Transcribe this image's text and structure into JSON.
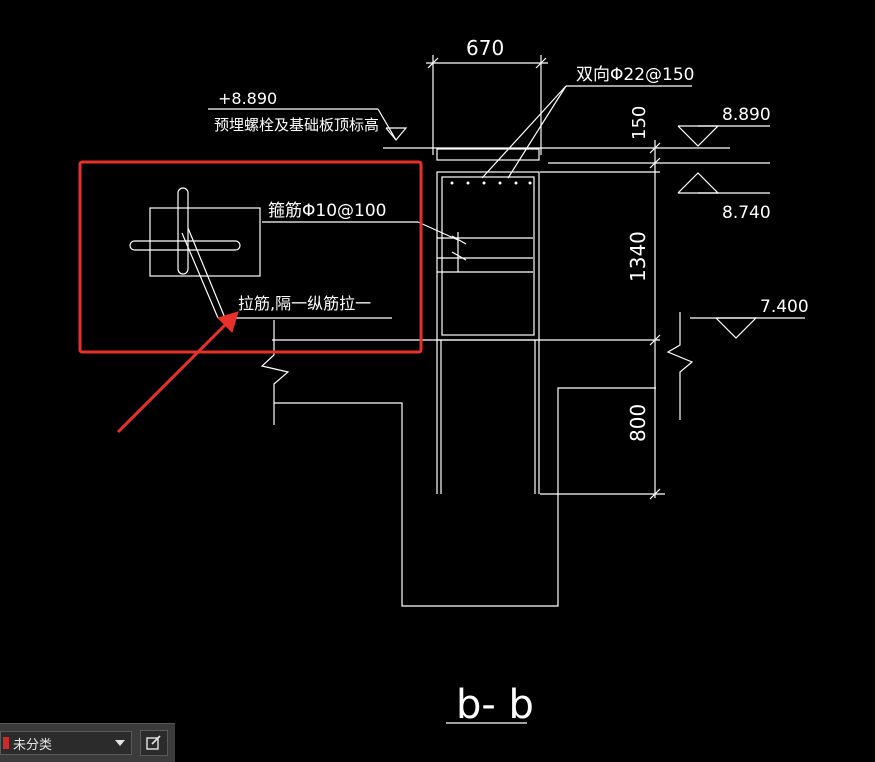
{
  "drawing": {
    "section_title": "b- b",
    "dim_width": "670",
    "dim_150": "150",
    "dim_1340": "1340",
    "dim_800": "800",
    "elev_top": "8.890",
    "elev_mid": "8.740",
    "elev_low": "7.400",
    "bolt_elev_value": "+8.890",
    "bolt_elev_note": "预埋螺栓及基础板顶标高",
    "rebar_top": "双向Φ22@150",
    "stirrup": "箍筋Φ10@100",
    "tie_bar": "拉筋,隔一纵筋拉一"
  },
  "annotation": {
    "highlight_color": "#e8302a"
  },
  "toolbar": {
    "layer_name": "未分类",
    "layer_icon": "layer-color-swatch",
    "edit_icon": "edit-layer-icon"
  }
}
